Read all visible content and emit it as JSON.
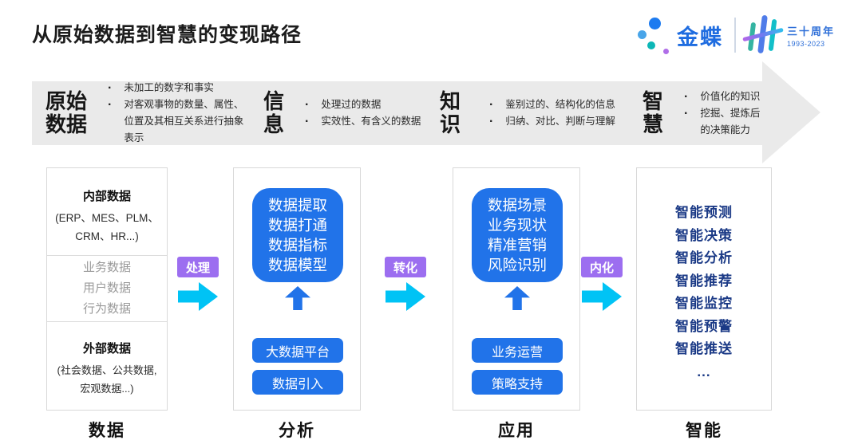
{
  "title": "从原始数据到智慧的变现路径",
  "logo": {
    "brand": "金蝶",
    "anniversary": "三十周年",
    "years": "1993-2023"
  },
  "banner": {
    "stages": [
      {
        "label_line1": "原始",
        "label_line2": "数据",
        "bullets": [
          "未加工的数字和事实",
          "对客观事物的数量、属性、位置及其相互关系进行抽象表示"
        ]
      },
      {
        "label_line1": "信",
        "label_line2": "息",
        "bullets": [
          "处理过的数据",
          "实效性、有含义的数据"
        ]
      },
      {
        "label_line1": "知",
        "label_line2": "识",
        "bullets": [
          "鉴别过的、结构化的信息",
          "归纳、对比、判断与理解"
        ]
      },
      {
        "label_line1": "智",
        "label_line2": "慧",
        "bullets": [
          "价值化的知识",
          "挖掘、提炼后的决策能力"
        ]
      }
    ]
  },
  "columns": [
    {
      "footer": "数据",
      "sections": [
        {
          "heading": "内部数据",
          "line1": "(ERP、MES、PLM、",
          "line2": "CRM、HR...)"
        },
        {
          "items": [
            "业务数据",
            "用户数据",
            "行为数据"
          ]
        },
        {
          "heading": "外部数据",
          "line1": "(社会数据、公共数据,",
          "line2": "宏观数据...)"
        }
      ]
    },
    {
      "footer": "分析",
      "big_box": [
        "数据提取",
        "数据打通",
        "数据指标",
        "数据模型"
      ],
      "buttons": [
        "大数据平台",
        "数据引入"
      ]
    },
    {
      "footer": "应用",
      "big_box": [
        "数据场景",
        "业务现状",
        "精准营销",
        "风险识别"
      ],
      "buttons": [
        "业务运营",
        "策略支持"
      ]
    },
    {
      "footer": "智能",
      "list": [
        "智能预测",
        "智能决策",
        "智能分析",
        "智能推荐",
        "智能监控",
        "智能预警",
        "智能推送",
        "..."
      ]
    }
  ],
  "connectors": [
    {
      "label": "处理"
    },
    {
      "label": "转化"
    },
    {
      "label": "内化"
    }
  ],
  "colors": {
    "primary_blue": "#2173e9",
    "arrow_cyan": "#00c3f5",
    "tag_purple": "#9c6ef0",
    "navy_text": "#1b3a86",
    "banner_gray": "#eaeaea",
    "brand_blue": "#1e6ce0"
  }
}
